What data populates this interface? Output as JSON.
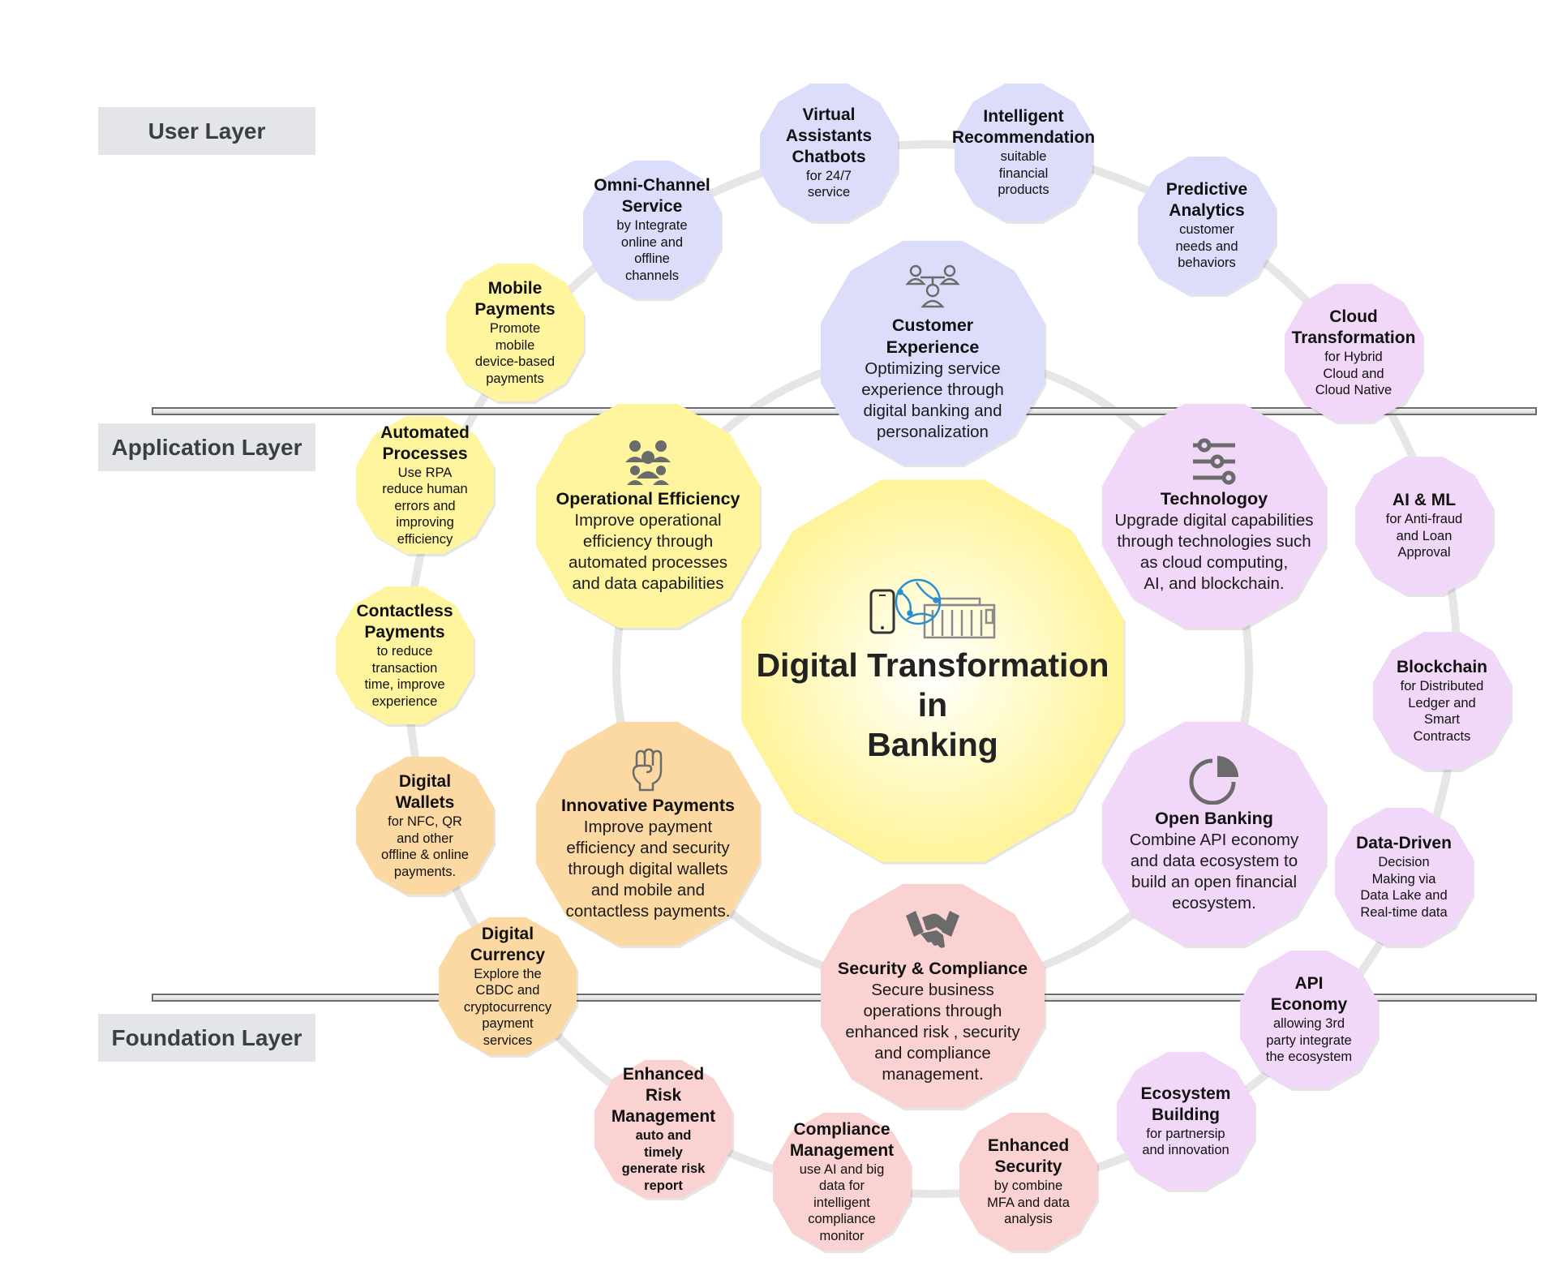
{
  "layers": {
    "user": "User Layer",
    "application": "Application Layer",
    "foundation": "Foundation Layer"
  },
  "center": {
    "title": "Digital Transformation\nin\nBanking",
    "icon": "phone-globe-bank-icon"
  },
  "pillars": {
    "customer": {
      "title": "Customer\nExperience",
      "desc": "Optimizing service\nexperience through\ndigital banking and\npersonalization",
      "icon": "people-network-icon"
    },
    "operational": {
      "title": "Operational Efficiency",
      "desc": "Improve operational\nefficiency through\nautomated processes\nand data capabilities",
      "icon": "team-icon"
    },
    "technology": {
      "title": "Technologoy",
      "desc": "Upgrade digital capabilities\nthrough technologies such\nas cloud computing,\nAI, and blockchain.",
      "icon": "sliders-icon"
    },
    "payments": {
      "title": "Innovative Payments",
      "desc": "Improve payment\nefficiency and security\nthrough digital wallets\nand mobile and\ncontactless payments.",
      "icon": "fist-icon"
    },
    "openbanking": {
      "title": "Open Banking",
      "desc": "Combine API economy\nand data ecosystem to\nbuild an open financial\necosystem.",
      "icon": "pie-chart-icon"
    },
    "security": {
      "title": "Security & Compliance",
      "desc": "Secure business\noperations through\nenhanced risk , security\nand compliance\nmanagement.",
      "icon": "handshake-icon"
    }
  },
  "features": {
    "mobile_payments": {
      "title": "Mobile\nPayments",
      "desc": "Promote\nmobile\ndevice-based\npayments"
    },
    "omni_channel": {
      "title": "Omni-Channel\nService",
      "desc": "by Integrate\nonline and\noffline\nchannels"
    },
    "virtual_assistants": {
      "title": "Virtual\nAssistants\nChatbots",
      "desc": "for 24/7\nservice"
    },
    "intelligent_recommendation": {
      "title": "Intelligent\nRecommendation",
      "desc": "suitable\nfinancial\nproducts"
    },
    "predictive_analytics": {
      "title": "Predictive\nAnalytics",
      "desc": "customer\nneeds and\nbehaviors"
    },
    "cloud_transformation": {
      "title": "Cloud\nTransformation",
      "desc": "for Hybrid\nCloud and\nCloud Native"
    },
    "ai_ml": {
      "title": "AI & ML",
      "desc": "for Anti-fraud\nand Loan\nApproval"
    },
    "blockchain": {
      "title": "Blockchain",
      "desc": "for Distributed\nLedger and\nSmart\nContracts"
    },
    "data_driven": {
      "title": "Data-Driven",
      "desc": "Decision\nMaking via\nData Lake and\nReal-time data"
    },
    "api_economy": {
      "title": "API\nEconomy",
      "desc": "allowing 3rd\nparty integrate\nthe ecosystem"
    },
    "ecosystem_building": {
      "title": "Ecosystem\nBuilding",
      "desc": "for partnersip\nand innovation"
    },
    "enhanced_security": {
      "title": "Enhanced\nSecurity",
      "desc": "by combine\nMFA and data\nanalysis"
    },
    "compliance_management": {
      "title": "Compliance\nManagement",
      "desc": "use AI and big\ndata for\nintelligent\ncompliance\nmonitor"
    },
    "enhanced_risk": {
      "title": "Enhanced\nRisk\nManagement",
      "desc": "auto and\ntimely\ngenerate risk\nreport"
    },
    "digital_currency": {
      "title": "Digital\nCurrency",
      "desc": "Explore the\nCBDC and\ncryptocurrency\npayment\nservices"
    },
    "digital_wallets": {
      "title": "Digital\nWallets",
      "desc": "for NFC, QR\nand other\noffline & online\npayments."
    },
    "contactless_payments": {
      "title": "Contactless\nPayments",
      "desc": "to reduce\ntransaction\ntime, improve\nexperience"
    },
    "automated_processes": {
      "title": "Automated\nProcesses",
      "desc": "Use RPA\nreduce human\nerrors and\nimproving\nefficiency"
    }
  },
  "colors": {
    "user_purple": "#dcdcfb",
    "tech_pink": "#f1d7f8",
    "yellow": "#fff59e",
    "orange": "#fcd9a2",
    "red": "#fbd2d2",
    "ring": "#e6e6e6",
    "icon_gray": "#6b6b6b",
    "center_yellow": "#fff49a"
  }
}
